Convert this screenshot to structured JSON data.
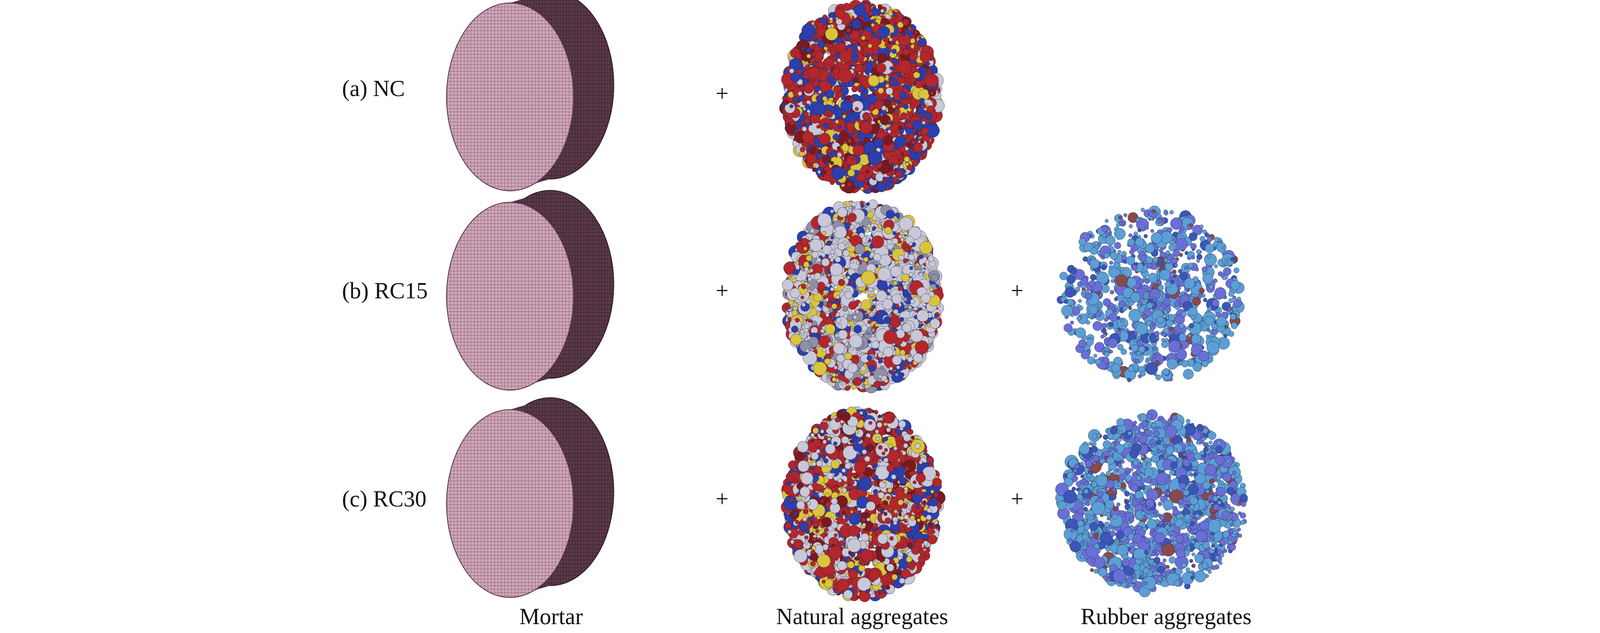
{
  "diagram": {
    "labels": [
      "(a) NC",
      "+",
      "(b) RC15",
      "+",
      "+",
      "(c) RC30",
      "+",
      "+",
      "Mortar",
      "Natural aggregates",
      "Rubber aggregates"
    ]
  }
}
